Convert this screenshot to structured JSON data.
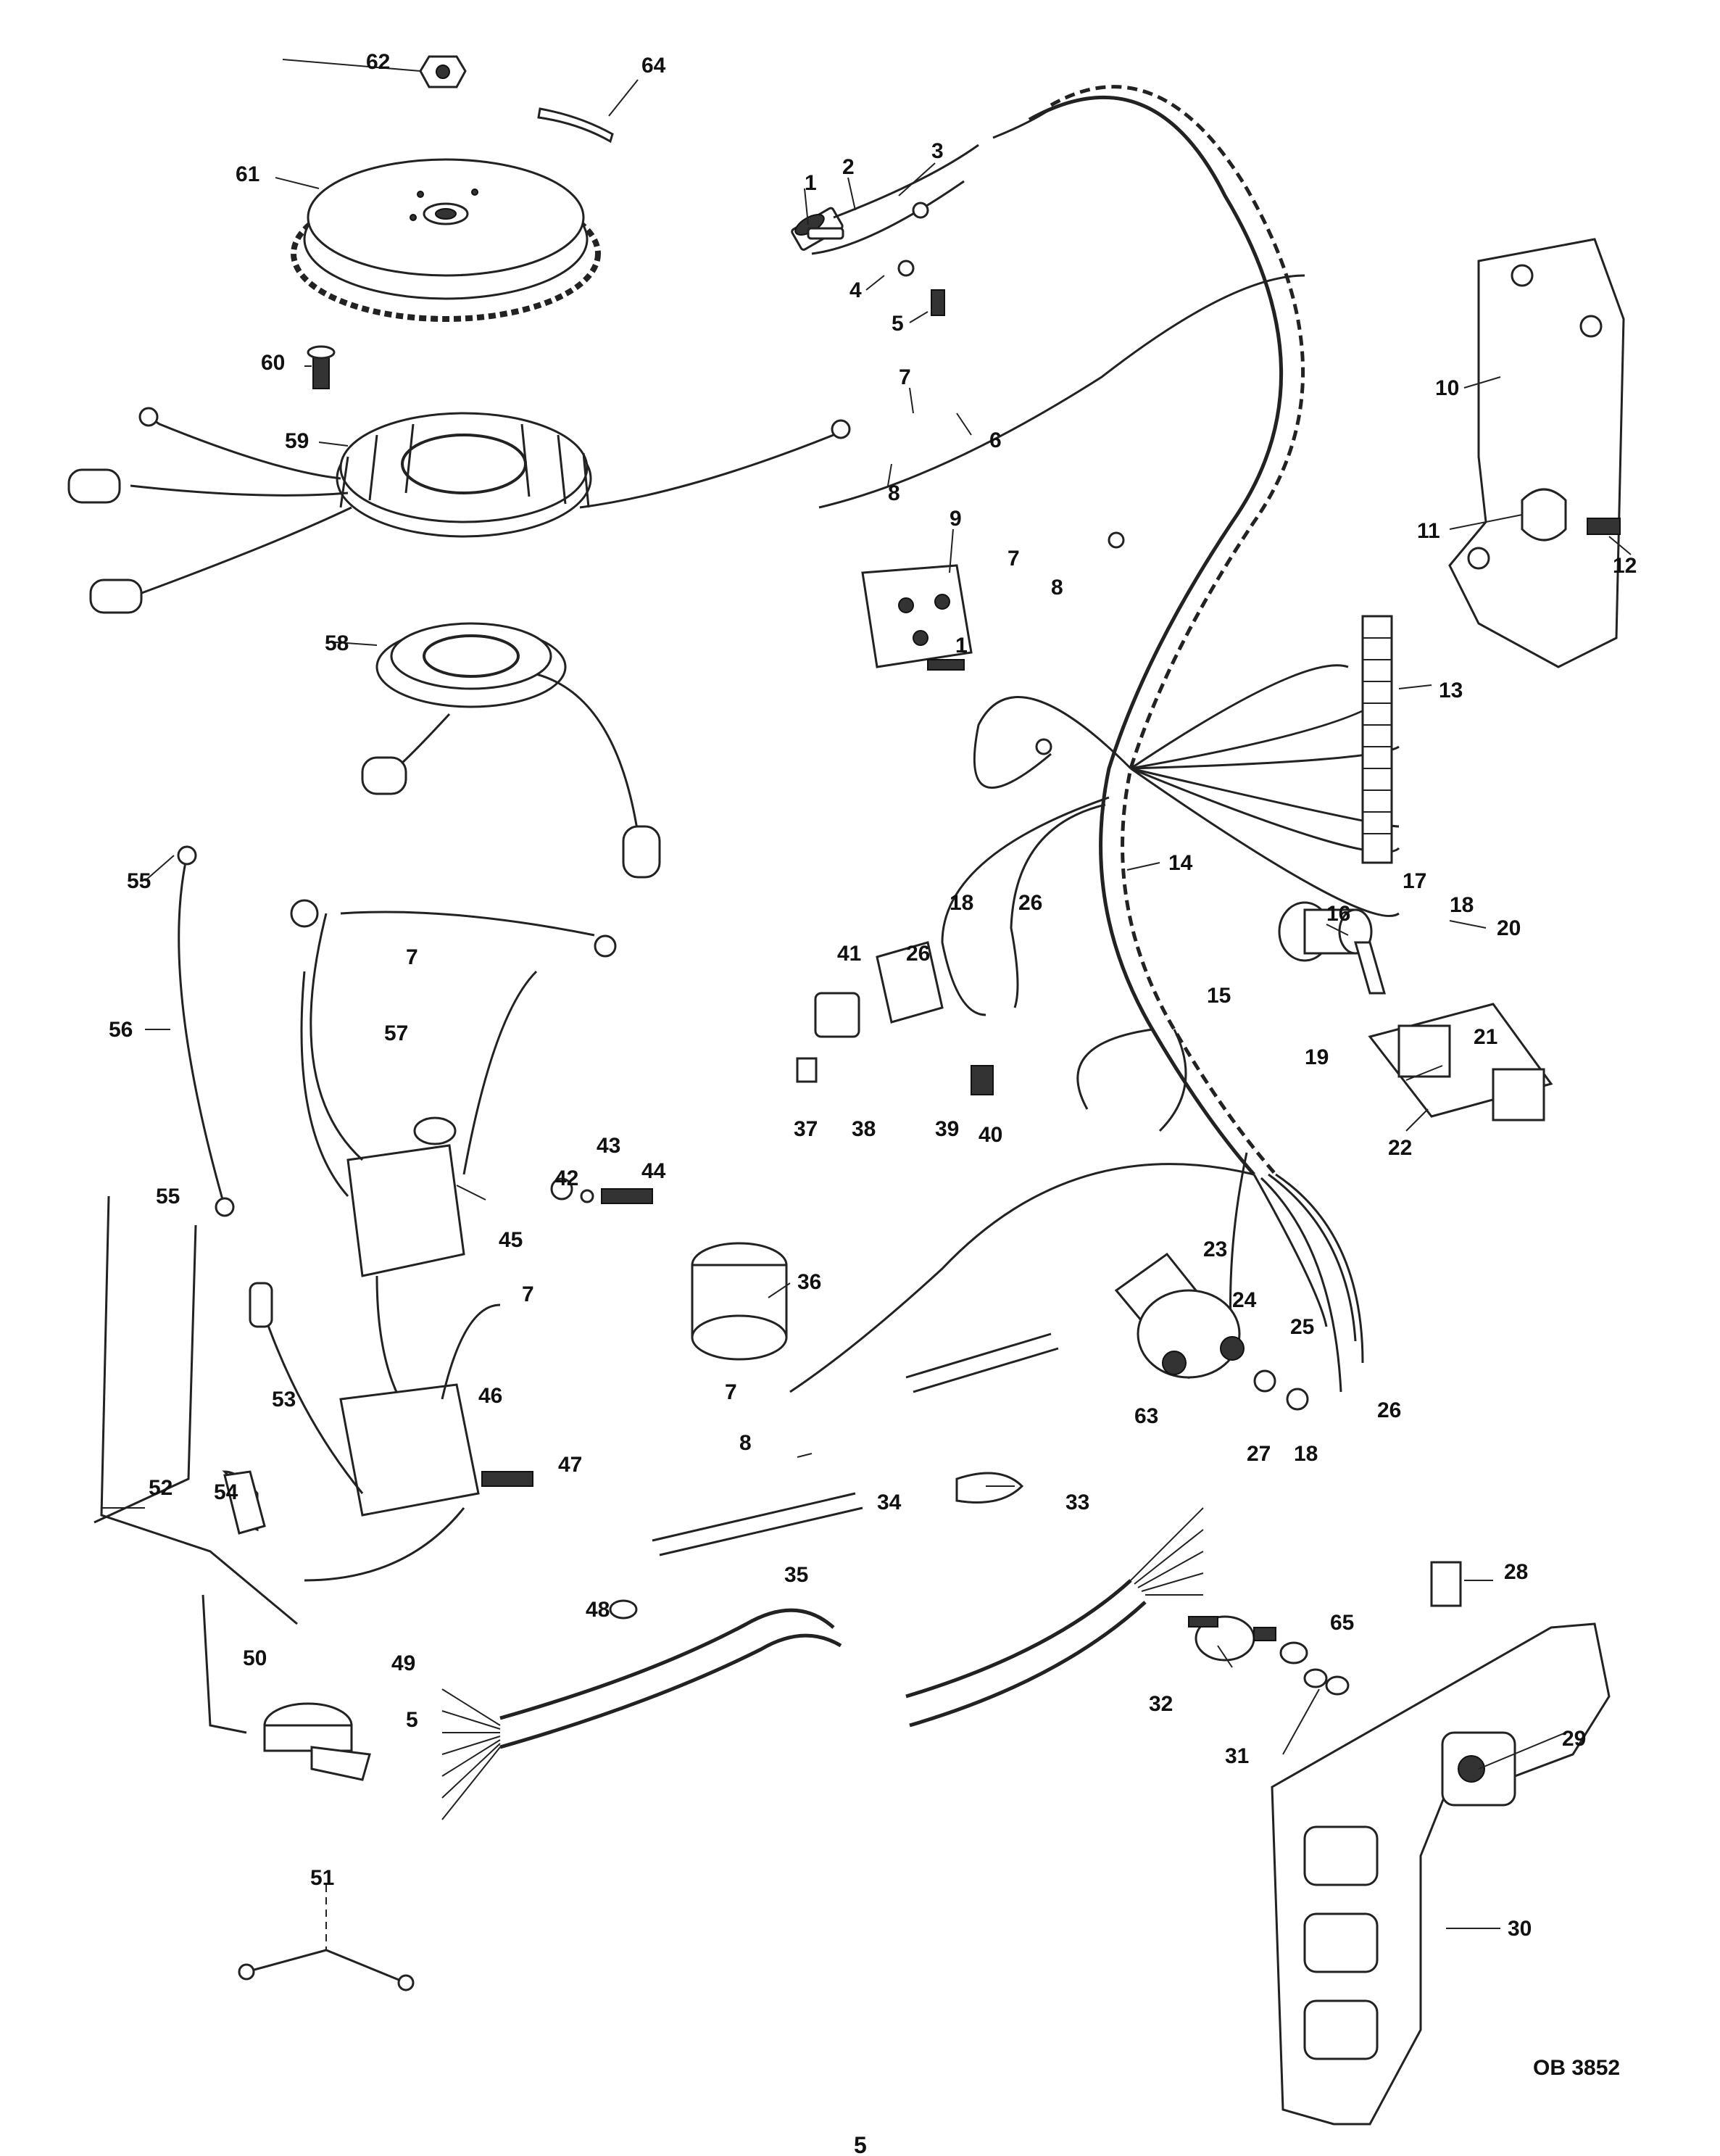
{
  "callout_labels": [
    "1",
    "2",
    "3",
    "4",
    "5",
    "1",
    "7",
    "6",
    "8",
    "9",
    "7",
    "8",
    "1",
    "10",
    "11",
    "12",
    "13",
    "14",
    "17",
    "18",
    "20",
    "16",
    "15",
    "19",
    "21",
    "22",
    "18",
    "26",
    "41",
    "26",
    "37",
    "38",
    "39",
    "40",
    "62",
    "64",
    "61",
    "60",
    "59",
    "58",
    "55",
    "56",
    "7",
    "57",
    "42",
    "43",
    "44",
    "45",
    "55",
    "7",
    "36",
    "23",
    "24",
    "25",
    "7",
    "8",
    "63",
    "27",
    "18",
    "26",
    "53",
    "46",
    "47",
    "52",
    "54",
    "34",
    "33",
    "28",
    "48",
    "35",
    "49",
    "50",
    "5",
    "32",
    "65",
    "31",
    "29",
    "51",
    "30"
  ],
  "drawing_code": "OB 3852",
  "page_number": "5"
}
